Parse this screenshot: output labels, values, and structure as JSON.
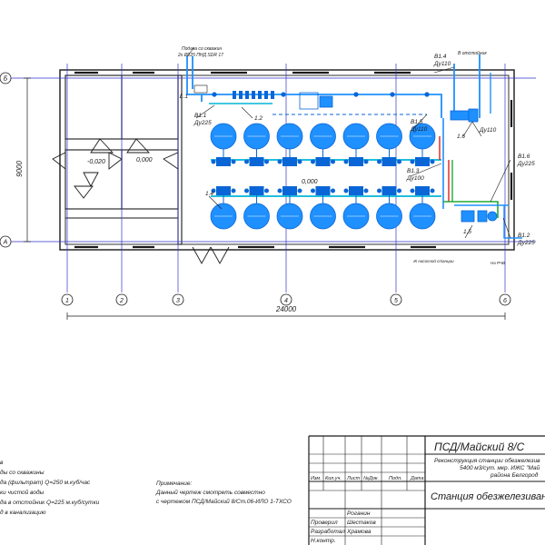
{
  "axes": {
    "rows": [
      "Б",
      "А"
    ],
    "columns": [
      "1",
      "2",
      "3",
      "4",
      "5",
      "6"
    ],
    "dim_height": "9000",
    "dim_width": "24000"
  },
  "room_levels": [
    "-0,020",
    "0,000"
  ],
  "hall_level": "0,000",
  "labels": {
    "supply_top_line1": "Подача со скважин",
    "supply_top_line2": "2х Ø225 ПНД SDR 17",
    "to_tank": "В отстойник",
    "from_tank": "Ж насосной станции",
    "to_consumer": "На РЧВ"
  },
  "callouts": [
    {
      "id": "1.1",
      "size": ""
    },
    {
      "id": "B1.1",
      "size": "Ду225"
    },
    {
      "id": "1.2",
      "size": ""
    },
    {
      "id": "1.4",
      "size": ""
    },
    {
      "id": "1.5",
      "size": ""
    },
    {
      "id": "1.6",
      "size": ""
    },
    {
      "id": "B1.4",
      "size": "Ду110"
    },
    {
      "id": "B1.5",
      "size": "Ду110"
    },
    {
      "id": "B1.3",
      "size": "Ду100"
    },
    {
      "id": "B1.4t",
      "size": "Ду110"
    },
    {
      "id": "B1.6",
      "size": "Ду225"
    },
    {
      "id": "B1.2",
      "size": "Ду225"
    }
  ],
  "legend": [
    "в",
    "ды со скважины",
    "да (фильтрат) Q=250 м.куб/час",
    "ки чистой воды",
    "да в отстойник Q=225 м.куб/сутки",
    "д в канализацию"
  ],
  "note": {
    "title": "Примечание:",
    "line1": "Данный чертеж смотреть совместно",
    "line2": "с чертежом ПСД/Майский 8/Ст.06-ИЛО 1-ТХСО"
  },
  "title_block": {
    "doc_code": "ПСД/Майский 8/С",
    "project_line1": "Реконструкция станции обезжелезив",
    "project_line2": "5400 м3/сут. мкр. ИЖС \"Май",
    "project_line3": "района Белгород",
    "sheet_title": "Станция обезжелезиван",
    "header": [
      "Изм.",
      "Кол.уч.",
      "Лист",
      "№Док.",
      "Подп.",
      "Дата"
    ],
    "roles": [
      "Проверил",
      "Разработал",
      "Н.контр."
    ],
    "names": [
      "Роганин",
      "Шестаков",
      "Храмова"
    ]
  },
  "colors": {
    "line": "#1a1a1a",
    "axis": "#3333cc",
    "water": "#1e90ff",
    "filtrate": "#00b5d8",
    "equipment": "#0a66d6",
    "red_pipe": "#e02020",
    "green_pipe": "#22aa33"
  }
}
